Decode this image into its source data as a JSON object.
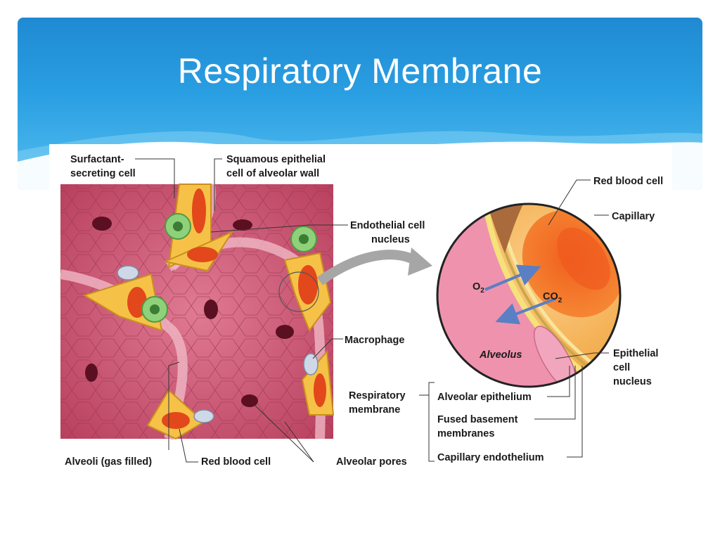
{
  "slide": {
    "title": "Respiratory Membrane"
  },
  "labels": {
    "surfactant_line1": "Surfactant-",
    "surfactant_line2": "secreting cell",
    "squamous_line1": "Squamous epithelial",
    "squamous_line2": "cell of alveolar wall",
    "endothelial_line1": "Endothelial cell",
    "endothelial_line2": "nucleus",
    "macrophage": "Macrophage",
    "respiratory_line1": "Respiratory",
    "respiratory_line2": "membrane",
    "alveoli": "Alveoli (gas filled)",
    "red_blood_cell_bottom": "Red blood cell",
    "alveolar_pores": "Alveolar pores",
    "red_blood_cell_top": "Red blood cell",
    "capillary": "Capillary",
    "o2_base": "O",
    "o2_sub": "2",
    "co2_base": "CO",
    "co2_sub": "2",
    "alveolus": "Alveolus",
    "epithelial_line1": "Epithelial",
    "epithelial_line2": "cell",
    "epithelial_line3": "nucleus",
    "alveolar_epithelium": "Alveolar epithelium",
    "fused_line1": "Fused basement",
    "fused_line2": "membranes",
    "capillary_endothelium": "Capillary endothelium"
  },
  "colors": {
    "header_blue": "#2a9fe2",
    "alveolar_tissue": "#c4526e",
    "capillary_orange": "#f4a944",
    "red_blood_cell": "#e8541d",
    "surfactant_green": "#8fd17a",
    "gas_arrow": "#5a7fc4"
  }
}
